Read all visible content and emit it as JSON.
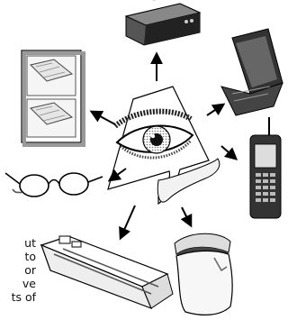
{
  "diagram": {
    "center": {
      "name": "eye-on-page"
    },
    "items": [
      {
        "name": "alarm-clock-radio"
      },
      {
        "name": "laptop-computer"
      },
      {
        "name": "mobile-phone"
      },
      {
        "name": "face-shield"
      },
      {
        "name": "fluorescent-light-fixture"
      },
      {
        "name": "eyeglasses"
      },
      {
        "name": "window"
      }
    ],
    "arrows": [
      "up",
      "up-right",
      "down-right",
      "down",
      "down-left",
      "left",
      "up-left"
    ]
  },
  "cut_text_lines": [
    "ut",
    "to",
    "or",
    "ve",
    "ts of"
  ]
}
